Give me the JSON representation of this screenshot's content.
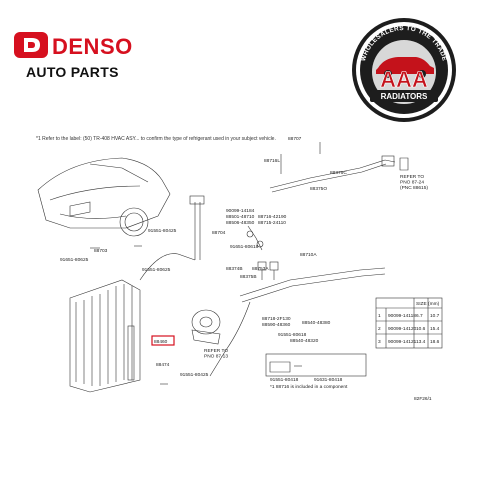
{
  "brand": {
    "name": "DENSO",
    "subtitle": "AUTO PARTS",
    "color": "#d6101f"
  },
  "aaa_logo": {
    "arc_text": "WHOLESALERS TO THE TRADE",
    "letters": "AAA",
    "banner": "RADIATORS",
    "colors": {
      "ring": "#1d1d1d",
      "inner": "#d8d8d8",
      "letters": "#c4121b",
      "banner": "#1d1d1d"
    }
  },
  "diagram": {
    "header_note": "*1 Refer to the label: (50) TR-408 HVAC ASY... to confirm the type of refrigerant used in your subject vehicle.",
    "labels": {
      "p88707": "88707",
      "p88716L": "88716L",
      "p88376C": "88376C",
      "p88375O": "88375O",
      "p88704": "88704",
      "p88703": "88703",
      "p88710A": "88710A",
      "p88374B": "88374B",
      "p88753A": "88753A",
      "p88375B": "88375B",
      "p88460": "88460",
      "p88474": "88474",
      "p91651a": "91651-80625",
      "p91551a": "91551-80625",
      "p91551b": "91551-80425",
      "p91551c": "91551-80425",
      "p91651b": "91651-80618",
      "p90099": "90099-14184",
      "p88501": "88501-48710",
      "p88716": "88716-42190",
      "p88506": "88506-48350",
      "p88715": "88715-24110",
      "p88718": "88718-2F130",
      "p88590": "88590-48360",
      "p88540": "88540-48380",
      "p91551d": "91551-80618",
      "p88540b": "88540-48320",
      "refer_a": "REFER TO\nPNO 87-13",
      "refer_b": "REFER TO\nPNO 87-24\n(PNC 88615)",
      "bottom_note": "*1 88716 is included in a component",
      "bottom_parts": [
        "91551-80418",
        "91631-80418"
      ],
      "fig_code": "82F26/1"
    },
    "table": {
      "header": "SIZE (mm)",
      "rows": [
        {
          "num": "1",
          "part": "90099-14118",
          "a": "6.7",
          "b": "10.7"
        },
        {
          "num": "2",
          "part": "90099-14120",
          "a": "10.6",
          "b": "15.4"
        },
        {
          "num": "3",
          "part": "90099-14121",
          "a": "13.4",
          "b": "18.6"
        }
      ]
    }
  }
}
